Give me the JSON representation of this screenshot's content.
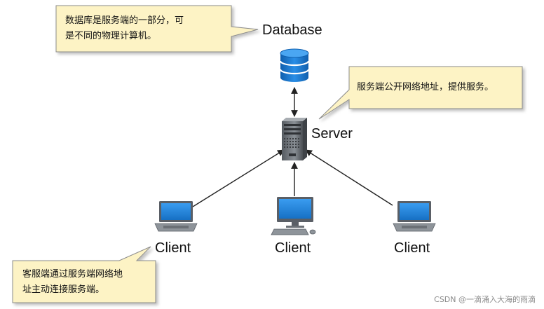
{
  "nodes": {
    "database": {
      "label": "Database"
    },
    "server": {
      "label": "Server"
    },
    "clients": [
      {
        "label": "Client",
        "device": "laptop-icon"
      },
      {
        "label": "Client",
        "device": "desktop-computer-icon"
      },
      {
        "label": "Client",
        "device": "laptop-icon"
      }
    ]
  },
  "callouts": {
    "database": {
      "lines": [
        "数据库是服务端的一部分，可",
        "是不同的物理计算机。"
      ]
    },
    "server": {
      "lines": [
        "服务端公开网络地址，提供服务。"
      ]
    },
    "client": {
      "lines": [
        "客服端通过服务端网络地",
        "址主动连接服务端。"
      ]
    }
  },
  "watermark": "CSDN @一滴涌入大海的雨滴",
  "colors": {
    "callout_fill": "#fdf3c5",
    "callout_border": "#8c8c8c",
    "database_blue": "#1c7bd2",
    "screen_blue": "#1e86e0",
    "arrow": "#222222"
  }
}
